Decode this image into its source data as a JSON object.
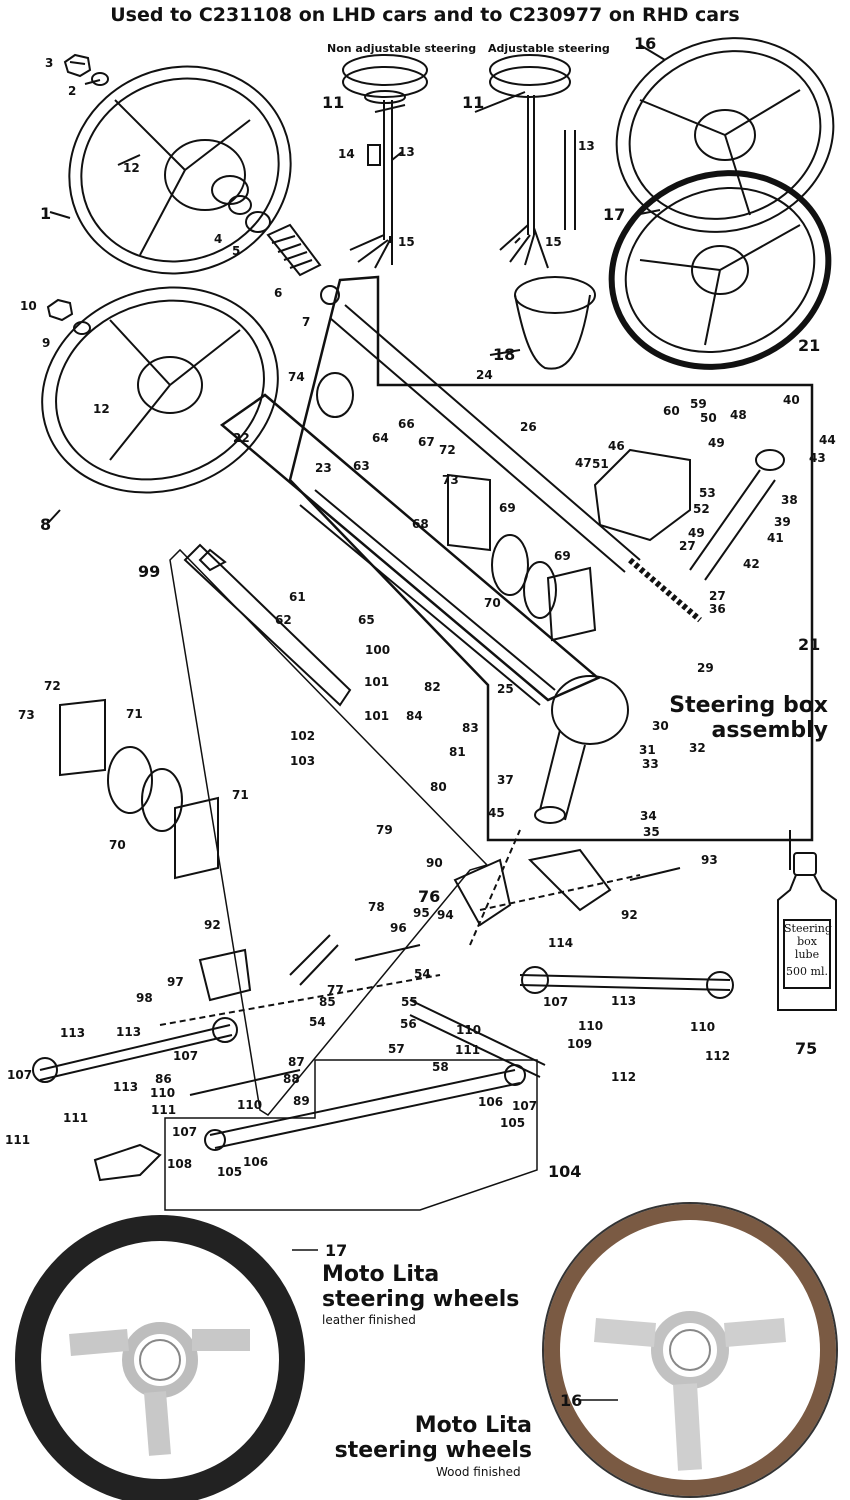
{
  "title": "Used to C231108 on LHD cars and to C230977 on RHD cars",
  "subtitles": {
    "non_adjustable": "Non adjustable steering",
    "adjustable": "Adjustable steering"
  },
  "assembly_caption": {
    "line1": "Steering box",
    "line2": "assembly"
  },
  "bottle": {
    "line1": "Steering",
    "line2": "box",
    "line3": "lube",
    "line4": "500 ml."
  },
  "wheel_leather": {
    "part": "17",
    "name_line1": "Moto Lita",
    "name_line2": "steering wheels",
    "finish": "leather finished"
  },
  "wheel_wood": {
    "part": "16",
    "name_line1": "Moto Lita",
    "name_line2": "steering wheels",
    "finish": "Wood finished"
  },
  "part_numbers": [
    "1",
    "2",
    "3",
    "4",
    "5",
    "6",
    "7",
    "8",
    "9",
    "10",
    "11",
    "11",
    "12",
    "12",
    "13",
    "13",
    "14",
    "15",
    "15",
    "16",
    "17",
    "18",
    "21",
    "21",
    "22",
    "23",
    "24",
    "25",
    "26",
    "27",
    "27",
    "29",
    "30",
    "31",
    "32",
    "33",
    "34",
    "35",
    "36",
    "37",
    "38",
    "39",
    "40",
    "41",
    "42",
    "43",
    "44",
    "45",
    "46",
    "47",
    "48",
    "49",
    "49",
    "50",
    "51",
    "52",
    "53",
    "54",
    "54",
    "55",
    "56",
    "57",
    "58",
    "59",
    "60",
    "61",
    "62",
    "63",
    "64",
    "65",
    "66",
    "67",
    "68",
    "69",
    "69",
    "70",
    "70",
    "71",
    "71",
    "72",
    "72",
    "73",
    "73",
    "74",
    "75",
    "76",
    "77",
    "78",
    "79",
    "80",
    "81",
    "82",
    "83",
    "84",
    "85",
    "86",
    "87",
    "88",
    "89",
    "90",
    "92",
    "92",
    "93",
    "94",
    "95",
    "96",
    "97",
    "98",
    "99",
    "100",
    "101",
    "101",
    "102",
    "103",
    "104",
    "105",
    "105",
    "106",
    "106",
    "107",
    "107",
    "107",
    "107",
    "107",
    "108",
    "109",
    "110",
    "110",
    "110",
    "110",
    "110",
    "111",
    "111",
    "111",
    "111",
    "112",
    "112",
    "113",
    "113",
    "113",
    "113",
    "114"
  ]
}
